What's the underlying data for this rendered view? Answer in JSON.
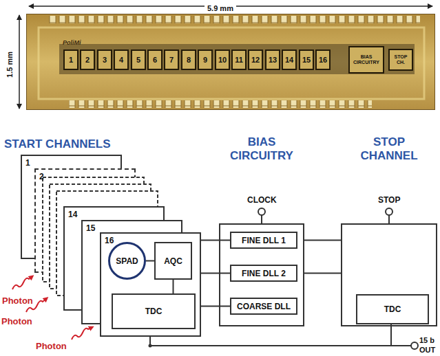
{
  "diagram": {
    "nodes": [
      {
        "text": [
          "PoliMi"
        ]
      },
      {
        "text": [
          "1"
        ],
        "in": 0
      },
      {
        "text": [
          "2"
        ],
        "in": 0
      },
      {
        "text": [
          "3"
        ],
        "in": 0
      },
      {
        "text": [
          "4"
        ],
        "in": 0
      },
      {
        "text": [
          "5"
        ],
        "in": 0
      },
      {
        "text": [
          "6"
        ],
        "in": 0
      },
      {
        "text": [
          "7"
        ],
        "in": 0
      },
      {
        "text": [
          "8"
        ],
        "in": 0
      },
      {
        "text": [
          "9"
        ],
        "in": 0
      },
      {
        "text": [
          "10"
        ],
        "in": 0
      },
      {
        "text": [
          "11"
        ],
        "in": 0
      },
      {
        "text": [
          "12"
        ],
        "in": 0
      },
      {
        "text": [
          "13"
        ],
        "in": 0
      },
      {
        "text": [
          "14"
        ],
        "in": 0
      },
      {
        "text": [
          "15"
        ],
        "in": 0
      },
      {
        "text": [
          "16"
        ],
        "in": 0
      },
      {
        "text": [
          "BIAS CIRCUITRY"
        ],
        "in": 0
      },
      {
        "text": [
          "STOP CH."
        ],
        "in": 0
      },
      {
        "text": [
          "1"
        ]
      },
      {
        "text": [
          "2"
        ]
      },
      {
        "text": [
          "14"
        ]
      },
      {
        "text": [
          "15"
        ]
      },
      {
        "text": [
          "16"
        ]
      },
      {
        "text": [
          "SPAD"
        ],
        "in": 23
      },
      {
        "text": [
          "AQC"
        ],
        "in": 23
      },
      {
        "text": [
          "TDC"
        ],
        "in": 23
      },
      {
        "text": [
          "BIAS CIRCUITRY"
        ]
      },
      {
        "text": [
          "FINE DLL 1"
        ],
        "in": 27
      },
      {
        "text": [
          "FINE DLL 2"
        ],
        "in": 27
      },
      {
        "text": [
          "COARSE DLL"
        ],
        "in": 27
      },
      {
        "text": [
          "STOP CHANNEL"
        ]
      },
      {
        "text": [
          "TDC"
        ],
        "in": 31
      }
    ],
    "edges": [
      {
        "from": 24,
        "to": 25,
        "arrow": "none"
      },
      {
        "from": 25,
        "to": 26,
        "arrow": "none"
      },
      {
        "from": 23,
        "to": 28,
        "arrow": "none"
      },
      {
        "from": 23,
        "to": 29,
        "arrow": "none"
      },
      {
        "from": 23,
        "to": 30,
        "arrow": "none"
      },
      {
        "from": 27,
        "to": 31,
        "arrow": "none"
      },
      {
        "from": 27,
        "to": 31,
        "arrow": "none"
      }
    ],
    "labels": [
      "5.9 mm",
      "1.5 mm",
      "START CHANNELS",
      "CLOCK",
      "STOP",
      "Photon",
      "Photon",
      "Photon",
      "15 b",
      "OUT"
    ]
  }
}
